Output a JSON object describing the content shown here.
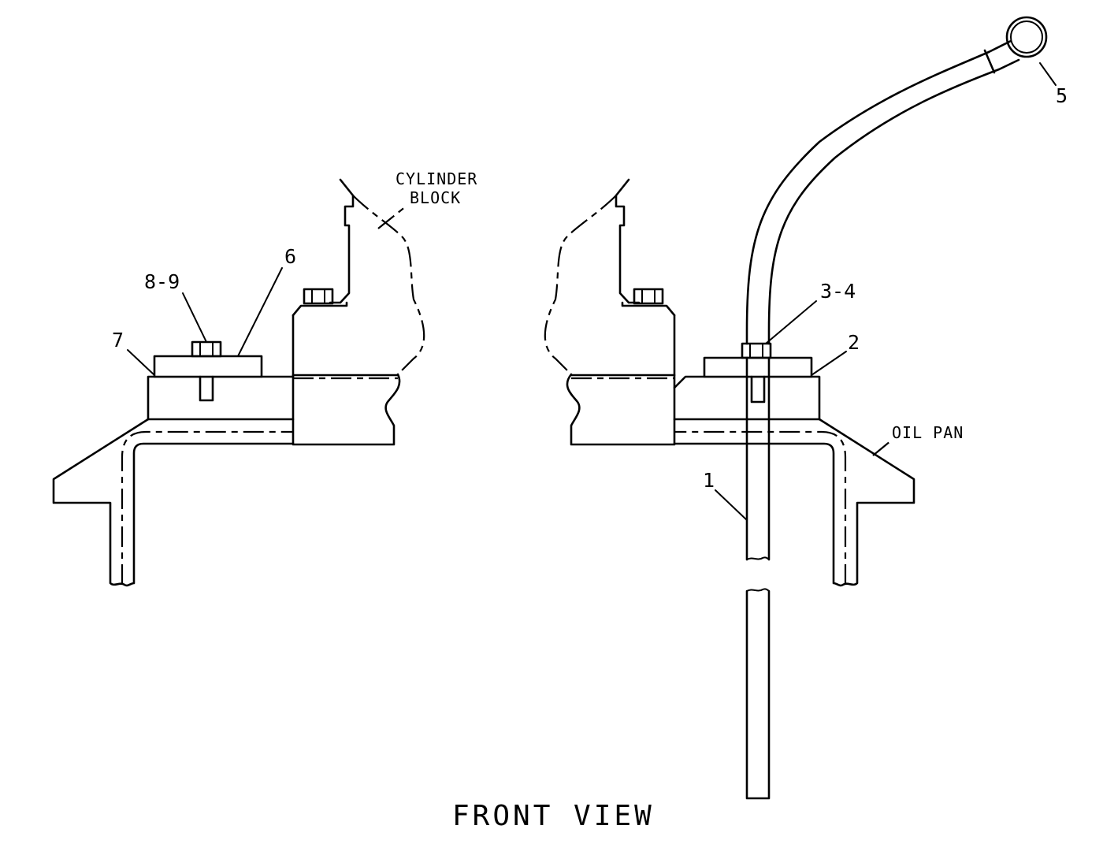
{
  "figure": {
    "title": "FRONT VIEW"
  },
  "labels": {
    "cylinder_block_1": "CYLINDER",
    "cylinder_block_2": "BLOCK",
    "oil_pan": "OIL PAN"
  },
  "callouts": {
    "c1": "1",
    "c2": "2",
    "c3_4": "3-4",
    "c5": "5",
    "c6": "6",
    "c7": "7",
    "c8_9": "8-9"
  }
}
